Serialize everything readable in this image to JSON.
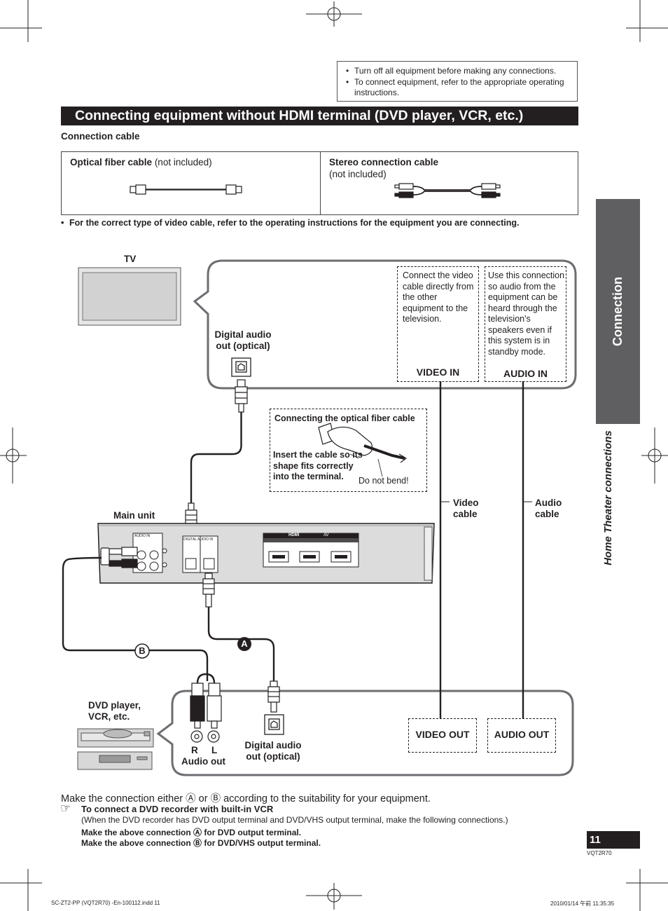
{
  "notes": [
    "Turn off all equipment before making any connections.",
    "To connect equipment, refer to the appropriate operating instructions."
  ],
  "title": "Connecting equipment without HDMI terminal (DVD player, VCR, etc.)",
  "connection_cable_heading": "Connection cable",
  "cables": {
    "optical_name": "Optical fiber cable",
    "optical_note": "(not included)",
    "stereo_name": "Stereo connection cable",
    "stereo_note": "(not included)"
  },
  "video_cable_note": "For the correct type of video cable, refer to the operating instructions for the equipment you are connecting.",
  "diagram": {
    "tv_label": "TV",
    "tv_digital_audio": "Digital audio out (optical)",
    "video_in_desc": "Connect the video cable directly from the other equipment to the television.",
    "audio_in_desc": "Use this connection so audio from the equipment can be heard through the television's speakers even if this system is in standby mode.",
    "video_in": "VIDEO IN",
    "audio_in": "AUDIO IN",
    "optical_tip_title": "Connecting the optical fiber cable",
    "optical_tip_text": "Insert the cable so its shape fits correctly into the terminal.",
    "do_not_bend": "Do not bend!",
    "video_cable": "Video cable",
    "audio_cable": "Audio cable",
    "main_unit": "Main unit",
    "marker_a": "A",
    "marker_b": "B",
    "dvd_player": "DVD player, VCR, etc.",
    "r": "R",
    "l": "L",
    "audio_out": "Audio out",
    "dvd_digital_audio": "Digital audio out (optical)",
    "video_out": "VIDEO OUT",
    "audio_out_box": "AUDIO OUT",
    "panel_hdmi": "HDMI",
    "panel_av": "AV",
    "panel_audio_in": "AUDIO IN",
    "panel_digital_audio_in": "DIGITAL AUDIO IN"
  },
  "footer": {
    "either_line": "Make the connection either Ⓐ or Ⓑ according to the suitability for your equipment.",
    "ref_title": "To connect a DVD recorder with built-in VCR",
    "ref_paren": "(When the DVD recorder has DVD output terminal and DVD/VHS output terminal, make the following connections.)",
    "line_a": "Make the above connection Ⓐ for DVD output terminal.",
    "line_b": "Make the above connection Ⓑ for DVD/VHS output terminal."
  },
  "side_tab": "Connection",
  "side_subtitle": "Home Theater connections",
  "page_number": "11",
  "model_code": "VQT2R70",
  "print_file": "SC-ZT2-PP (VQT2R70) -En-100112.indd   11",
  "print_date": "2010/01/14   午前 11:35:35"
}
